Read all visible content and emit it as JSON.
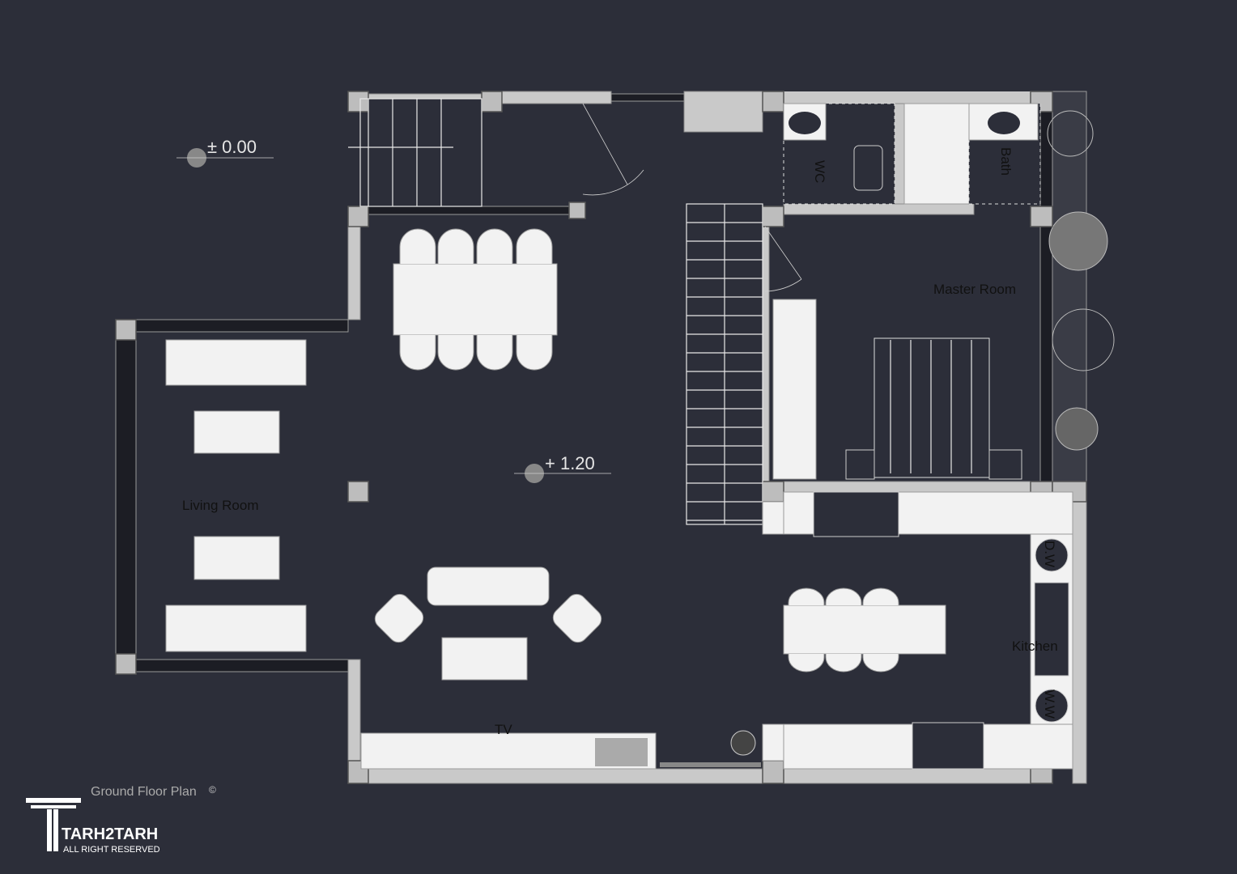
{
  "plan": {
    "title": "Ground Floor Plan",
    "levels": {
      "entrance": "± 0.00",
      "main": "+ 1.20"
    },
    "rooms": {
      "living": "Living Room",
      "master": "Master Room",
      "wc": "WC",
      "bath": "Bath",
      "kitchen": "Kitchen",
      "tv": "TV",
      "dishwasher": "D.W",
      "washing_machine": "W.W"
    }
  },
  "brand": {
    "name": "TARH2TARH",
    "rights": "ALL RIGHT RESERVED",
    "copyright": "©"
  },
  "colors": {
    "background": "#2c2e39",
    "wall": "#c9c9c9",
    "furniture": "#f2f2f2"
  }
}
